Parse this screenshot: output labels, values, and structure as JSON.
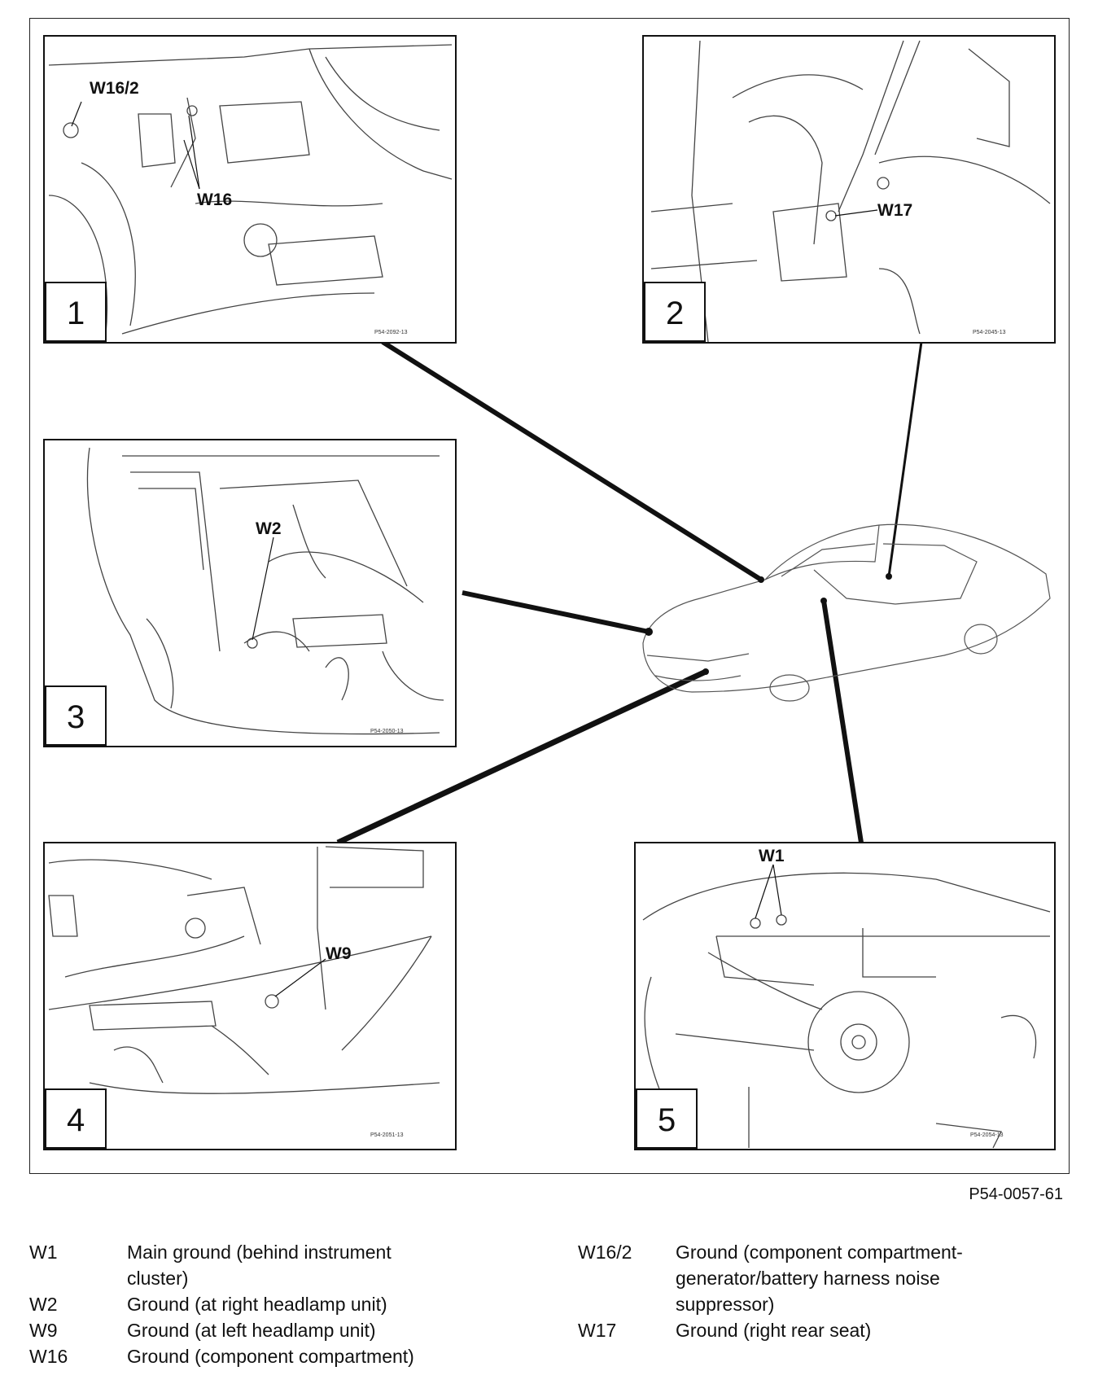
{
  "panels": [
    {
      "number": "1",
      "callouts": [
        "W16/2",
        "W16"
      ],
      "image_code": "P54-2092-13"
    },
    {
      "number": "2",
      "callouts": [
        "W17"
      ],
      "image_code": "P54-2045-13"
    },
    {
      "number": "3",
      "callouts": [
        "W2"
      ],
      "image_code": "P54-2050-13"
    },
    {
      "number": "4",
      "callouts": [
        "W9"
      ],
      "image_code": "P54-2051-13"
    },
    {
      "number": "5",
      "callouts": [
        "W1"
      ],
      "image_code": "P54-2054-13"
    }
  ],
  "figure_code": "P54-0057-61",
  "legend_left": [
    {
      "code": "W1",
      "description": "Main ground (behind instrument cluster)"
    },
    {
      "code": "W2",
      "description": "Ground (at right headlamp unit)"
    },
    {
      "code": "W9",
      "description": "Ground (at left headlamp unit)"
    },
    {
      "code": "W16",
      "description": "Ground (component compartment)"
    }
  ],
  "legend_right": [
    {
      "code": "W16/2",
      "description": "Ground (component compartment-generator/battery harness noise suppressor)"
    },
    {
      "code": "W17",
      "description": "Ground (right rear seat)"
    }
  ]
}
